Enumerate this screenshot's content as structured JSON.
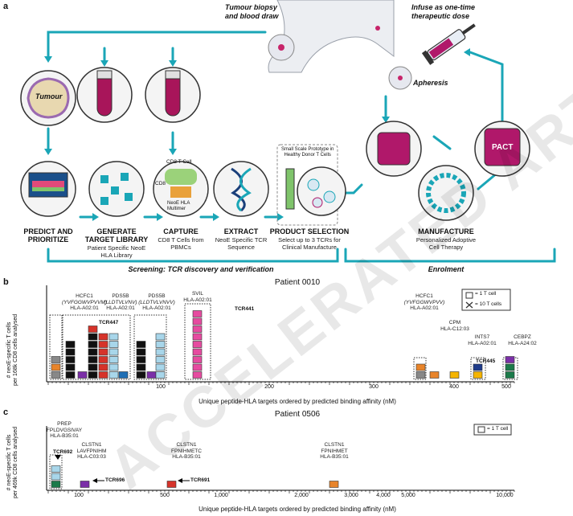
{
  "panel_a": {
    "label": "a",
    "tumour_biopsy": "Tumour biopsy\nand blood draw",
    "infuse": "Infuse as one-time\ntherapeutic dose",
    "apheresis": "Apheresis",
    "tumour": "Tumour",
    "cd8_tcell": "CD8 T Cell",
    "cd8": "CD8",
    "neoe_hla": "NeoE HLA\nMultimer",
    "small_scale": "Small Scale Prototype in\nHealthy Donor T Cells",
    "pact": "PACT",
    "steps": [
      {
        "title": "PREDICT AND\nPRIORITIZE",
        "sub": ""
      },
      {
        "title": "GENERATE\nTARGET LIBRARY",
        "sub": "Patient Specific NeoE\nHLA Library"
      },
      {
        "title": "CAPTURE",
        "sub": "CD8 T Cells from\nPBMCs"
      },
      {
        "title": "EXTRACT",
        "sub": "NeoE Specific TCR\nSequence"
      },
      {
        "title": "PRODUCT SELECTION",
        "sub": "Select up to 3 TCRs for\nClinical Manufacture"
      }
    ],
    "manufacture_title": "MANUFACTURE",
    "manufacture_sub": "Personalized Adoptive\nCell Therapy",
    "screening_label": "Screening: TCR discovery and verification",
    "enrolment_label": "Enrolment"
  },
  "panel_b": {
    "label": "b",
    "title": "Patient 0010",
    "ylabel": "# neoE-specific T cells\nper 168k CD8 cells analysed",
    "xlabel": "Unique peptide-HLA targets ordered by predicted binding affinity (nM)",
    "legend": [
      "= 1 T cell",
      "= 10 T cells"
    ],
    "peptides": [
      {
        "gene": "HCFC1",
        "seq": "(YVFGGWVPVVM)",
        "hla": "HLA-A02:01"
      },
      {
        "gene": "PDS5B",
        "seq": "(LLDTVLVNV)",
        "hla": "HLA-A02:01"
      },
      {
        "gene": "PDS5B",
        "seq": "(LLDTVLVNVV)",
        "hla": "HLA-A02:01"
      },
      {
        "gene": "SVIL",
        "seq": "",
        "hla": "HLA-A02:01"
      },
      {
        "gene": "HCFC1",
        "seq": "(YVFGGWVPVV)",
        "hla": "HLA-A02:01"
      },
      {
        "gene": "CPM",
        "seq": "",
        "hla": "HLA-C12:03"
      },
      {
        "gene": "INTS7",
        "seq": "",
        "hla": "HLA-A02:01"
      },
      {
        "gene": "CEBPZ",
        "seq": "",
        "hla": "HLA-A24:02"
      }
    ],
    "tcrs": [
      "TCR447",
      "TCR441",
      "TCR445"
    ],
    "ticks": [
      "100",
      "200",
      "300",
      "400",
      "500"
    ]
  },
  "panel_c": {
    "label": "c",
    "title": "Patient 0506",
    "ylabel": "# neoE-specific T cells\nper 469k CD8 cells analysed",
    "xlabel": "Unique peptide-HLA targets ordered by predicted binding affinity (nM)",
    "legend": [
      "= 1 T cell"
    ],
    "peptides": [
      {
        "gene": "PREP",
        "seq": "FPLDVGSIVAY",
        "hla": "HLA-B35:01"
      },
      {
        "gene": "CLSTN1",
        "seq": "LAVFPNIHM",
        "hla": "HLA-C03:03"
      },
      {
        "gene": "CLSTN1",
        "seq": "FPNIHMETC",
        "hla": "HLA-B35:01"
      },
      {
        "gene": "CLSTN1",
        "seq": "FPNIHMET",
        "hla": "HLA-B35:01"
      }
    ],
    "tcrs": [
      "TCR692",
      "TCR696",
      "TCR691"
    ],
    "ticks": [
      "100",
      "500",
      "1,000",
      "2,000",
      "3,000",
      "4,000",
      "5,000",
      "10,000"
    ]
  },
  "watermark": "ACCELERATED ARTICLE PREVIEW",
  "colors": {
    "teal": "#1aa6b7",
    "dark": "#111111",
    "orange": "#e8842a",
    "purple": "#7b2fa8",
    "red": "#d6332a",
    "green": "#1b7a4a",
    "pink": "#e64ba0",
    "lightblue": "#a8d6ea"
  }
}
